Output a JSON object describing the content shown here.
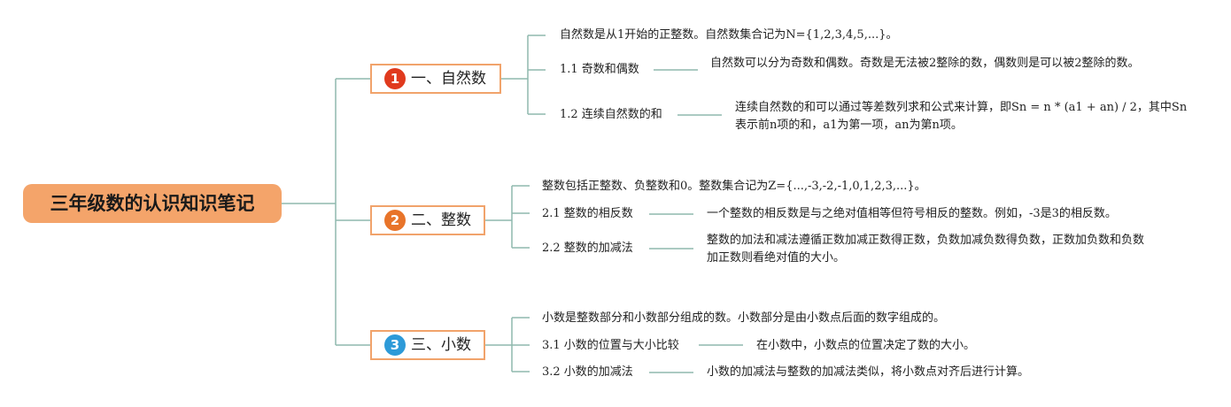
{
  "colors": {
    "connector": "#8fb9ae",
    "root_fill": "#f4a46a",
    "branch_border": "#f1a36b",
    "badge1": "#e03a1e",
    "badge2": "#e8742a",
    "badge3": "#2d9ad8"
  },
  "root": {
    "title": "三年级数的认识知识笔记"
  },
  "branches": [
    {
      "num": "1",
      "label": "一、自然数",
      "intro": "自然数是从1开始的正整数。自然数集合记为N={1,2,3,4,5,...}。",
      "topics": [
        {
          "label": "1.1 奇数和偶数",
          "detail": "自然数可以分为奇数和偶数。奇数是无法被2整除的数，偶数则是可以被2整除的数。"
        },
        {
          "label": "1.2 连续自然数的和",
          "detail": "连续自然数的和可以通过等差数列求和公式来计算，即Sn = n * (a1 + an) / 2，其中Sn表示前n项的和，a1为第一项，an为第n项。"
        }
      ]
    },
    {
      "num": "2",
      "label": "二、整数",
      "intro": "整数包括正整数、负整数和0。整数集合记为Z={...,-3,-2,-1,0,1,2,3,...}。",
      "topics": [
        {
          "label": "2.1 整数的相反数",
          "detail": "一个整数的相反数是与之绝对值相等但符号相反的整数。例如，-3是3的相反数。"
        },
        {
          "label": "2.2 整数的加减法",
          "detail": "整数的加法和减法遵循正数加减正数得正数，负数加减负数得负数，正数加负数和负数加正数则看绝对值的大小。"
        }
      ]
    },
    {
      "num": "3",
      "label": "三、小数",
      "intro": "小数是整数部分和小数部分组成的数。小数部分是由小数点后面的数字组成的。",
      "topics": [
        {
          "label": "3.1 小数的位置与大小比较",
          "detail": "在小数中，小数点的位置决定了数的大小。"
        },
        {
          "label": "3.2 小数的加减法",
          "detail": "小数的加减法与整数的加减法类似，将小数点对齐后进行计算。"
        }
      ]
    }
  ]
}
